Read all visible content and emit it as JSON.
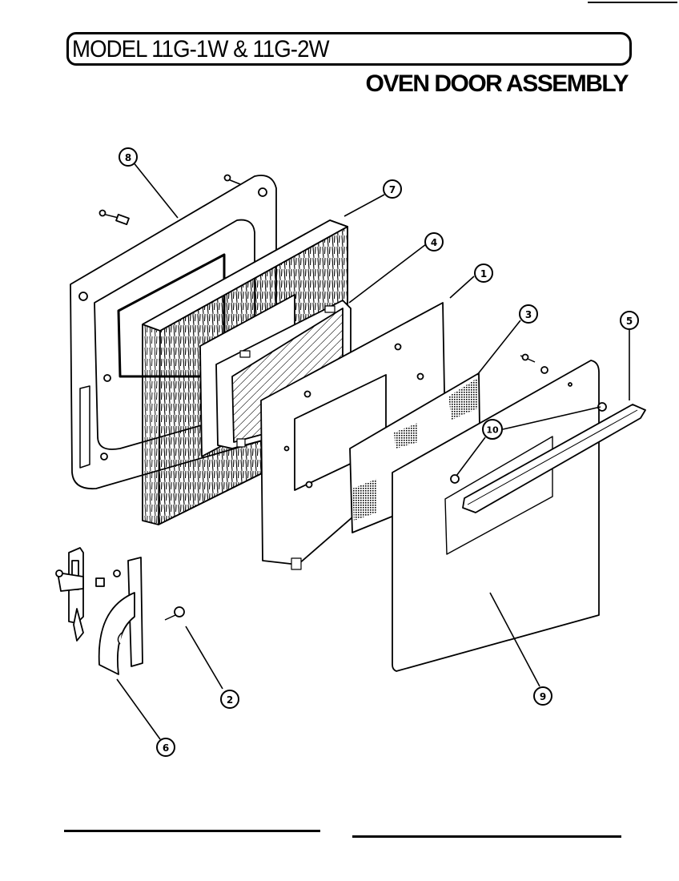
{
  "header": {
    "model_title": "MODEL 11G-1W & 11G-2W",
    "section_title": "OVEN DOOR ASSEMBLY"
  },
  "callouts": [
    {
      "id": "callout-8-top",
      "label": "8"
    },
    {
      "id": "callout-7",
      "label": "7"
    },
    {
      "id": "callout-4",
      "label": "4"
    },
    {
      "id": "callout-1",
      "label": "1"
    },
    {
      "id": "callout-3",
      "label": "3"
    },
    {
      "id": "callout-5",
      "label": "5"
    },
    {
      "id": "callout-10",
      "label": "10"
    },
    {
      "id": "callout-2",
      "label": "2"
    },
    {
      "id": "callout-9",
      "label": "9"
    },
    {
      "id": "callout-6",
      "label": "6"
    }
  ]
}
